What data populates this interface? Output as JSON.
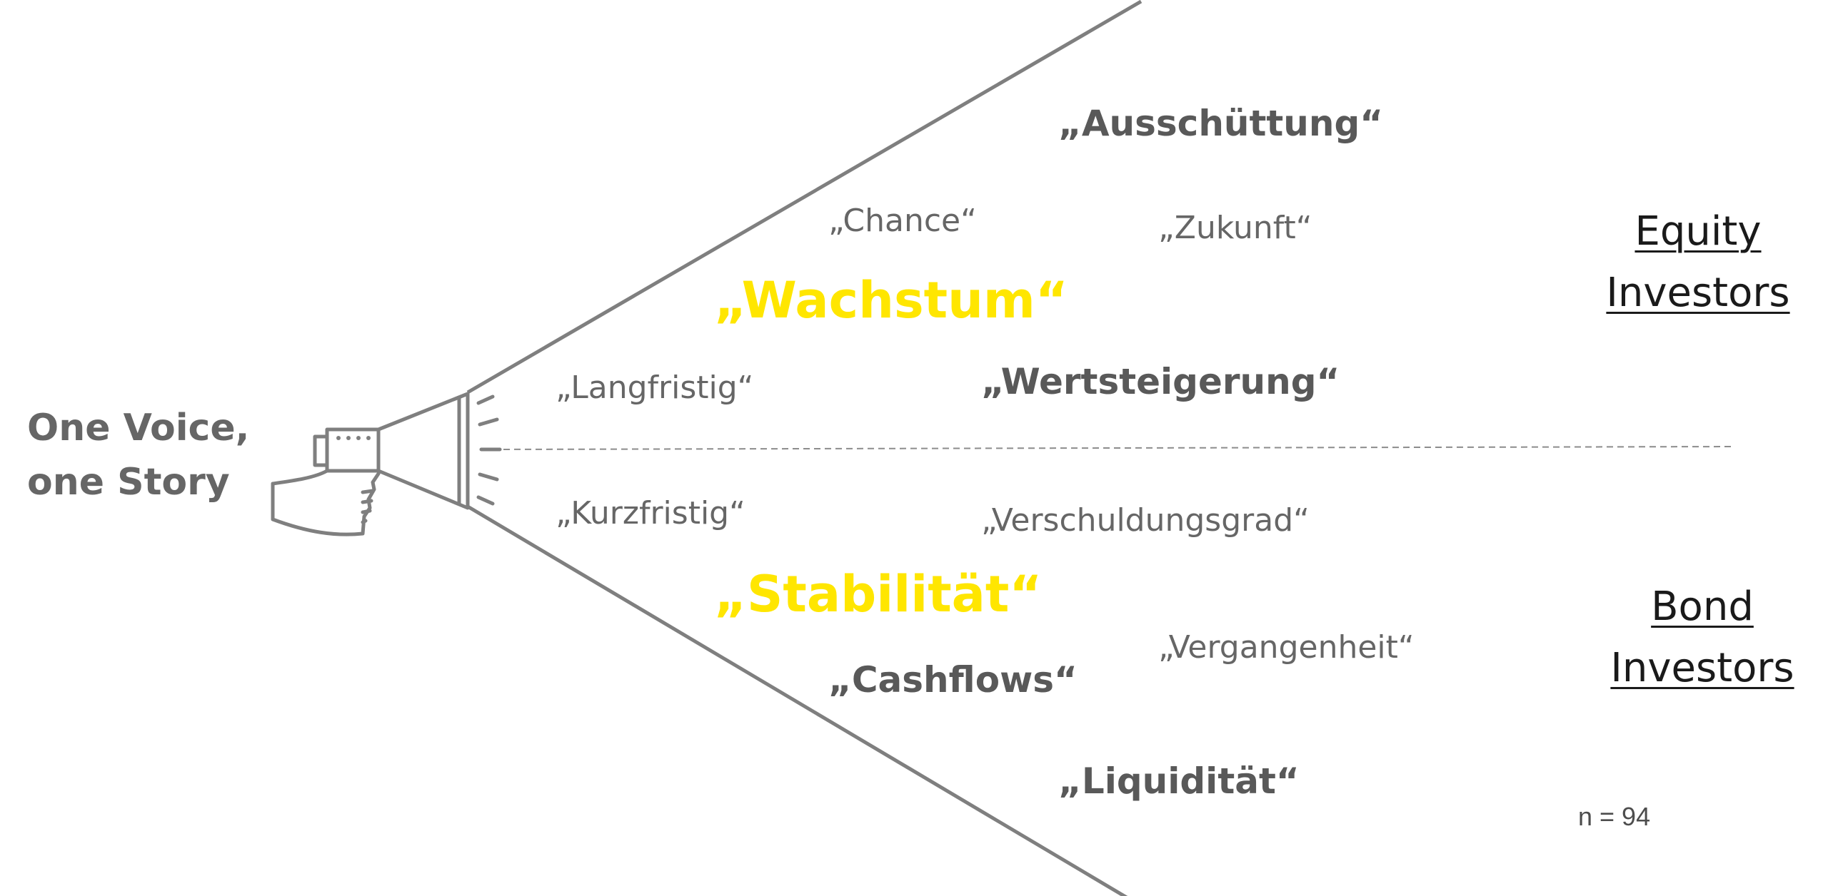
{
  "tagline": {
    "line1": "One Voice,",
    "line2": "one Story"
  },
  "audiences": {
    "equity": {
      "line1": "Equity",
      "line2": "Investors"
    },
    "bond": {
      "line1": "Bond",
      "line2": "Investors"
    }
  },
  "sample_size": "n =  94",
  "colors": {
    "gray": "#7f7f7f",
    "text": "#595959",
    "highlight": "#FFE600"
  },
  "icon": "megaphone-in-hand-icon",
  "equity_terms": [
    {
      "id": "ausschuettung",
      "text": "„Ausschüttung“",
      "style": "bold"
    },
    {
      "id": "chance",
      "text": "„Chance“",
      "style": "light"
    },
    {
      "id": "zukunft",
      "text": "„Zukunft“",
      "style": "light"
    },
    {
      "id": "wachstum",
      "text": "„Wachstum“",
      "style": "highlight"
    },
    {
      "id": "langfristig",
      "text": "„Langfristig“",
      "style": "light"
    },
    {
      "id": "wertsteigerung",
      "text": "„Wertsteigerung“",
      "style": "bold"
    }
  ],
  "bond_terms": [
    {
      "id": "kurzfristig",
      "text": "„Kurzfristig“",
      "style": "light"
    },
    {
      "id": "verschuldungsgrad",
      "text": "„Verschuldungsgrad“",
      "style": "light"
    },
    {
      "id": "stabilitaet",
      "text": "„Stabilität“",
      "style": "highlight"
    },
    {
      "id": "vergangenheit",
      "text": "„Vergangenheit“",
      "style": "light"
    },
    {
      "id": "cashflows",
      "text": "„Cashflows“",
      "style": "bold"
    },
    {
      "id": "liquiditaet",
      "text": "„Liquidität“",
      "style": "bold"
    }
  ]
}
